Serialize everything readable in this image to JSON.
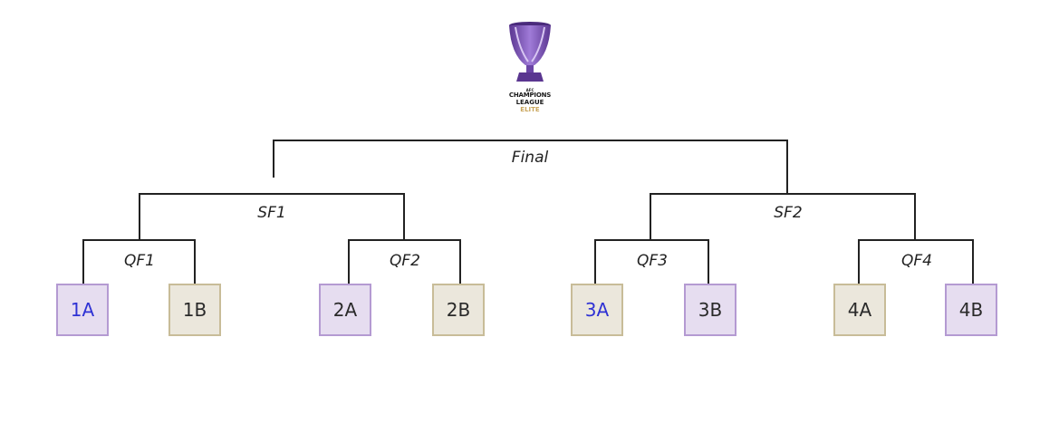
{
  "logo": {
    "line1": "AFC",
    "line2": "CHAMPIONS",
    "line3": "LEAGUE",
    "line4": "ELITE",
    "cup_color": "#7d55b8",
    "elite_color": "#c9a55a"
  },
  "rounds": {
    "final": "Final",
    "sf1": "SF1",
    "sf2": "SF2",
    "qf1": "QF1",
    "qf2": "QF2",
    "qf3": "QF3",
    "qf4": "QF4"
  },
  "teams": [
    {
      "label": "1A",
      "style": "purple",
      "highlight": true
    },
    {
      "label": "1B",
      "style": "beige",
      "highlight": false
    },
    {
      "label": "2A",
      "style": "purple",
      "highlight": false
    },
    {
      "label": "2B",
      "style": "beige",
      "highlight": false
    },
    {
      "label": "3A",
      "style": "beige",
      "highlight": true
    },
    {
      "label": "3B",
      "style": "purple",
      "highlight": false
    },
    {
      "label": "4A",
      "style": "beige",
      "highlight": false
    },
    {
      "label": "4B",
      "style": "purple",
      "highlight": false
    }
  ],
  "colors": {
    "purple_fill": "#e6ddf0",
    "purple_border": "#b49ad2",
    "beige_fill": "#ebe7dc",
    "beige_border": "#c8bc98",
    "highlight_text": "#2f32d4",
    "normal_text": "#2a2a2a",
    "line": "#222222"
  }
}
